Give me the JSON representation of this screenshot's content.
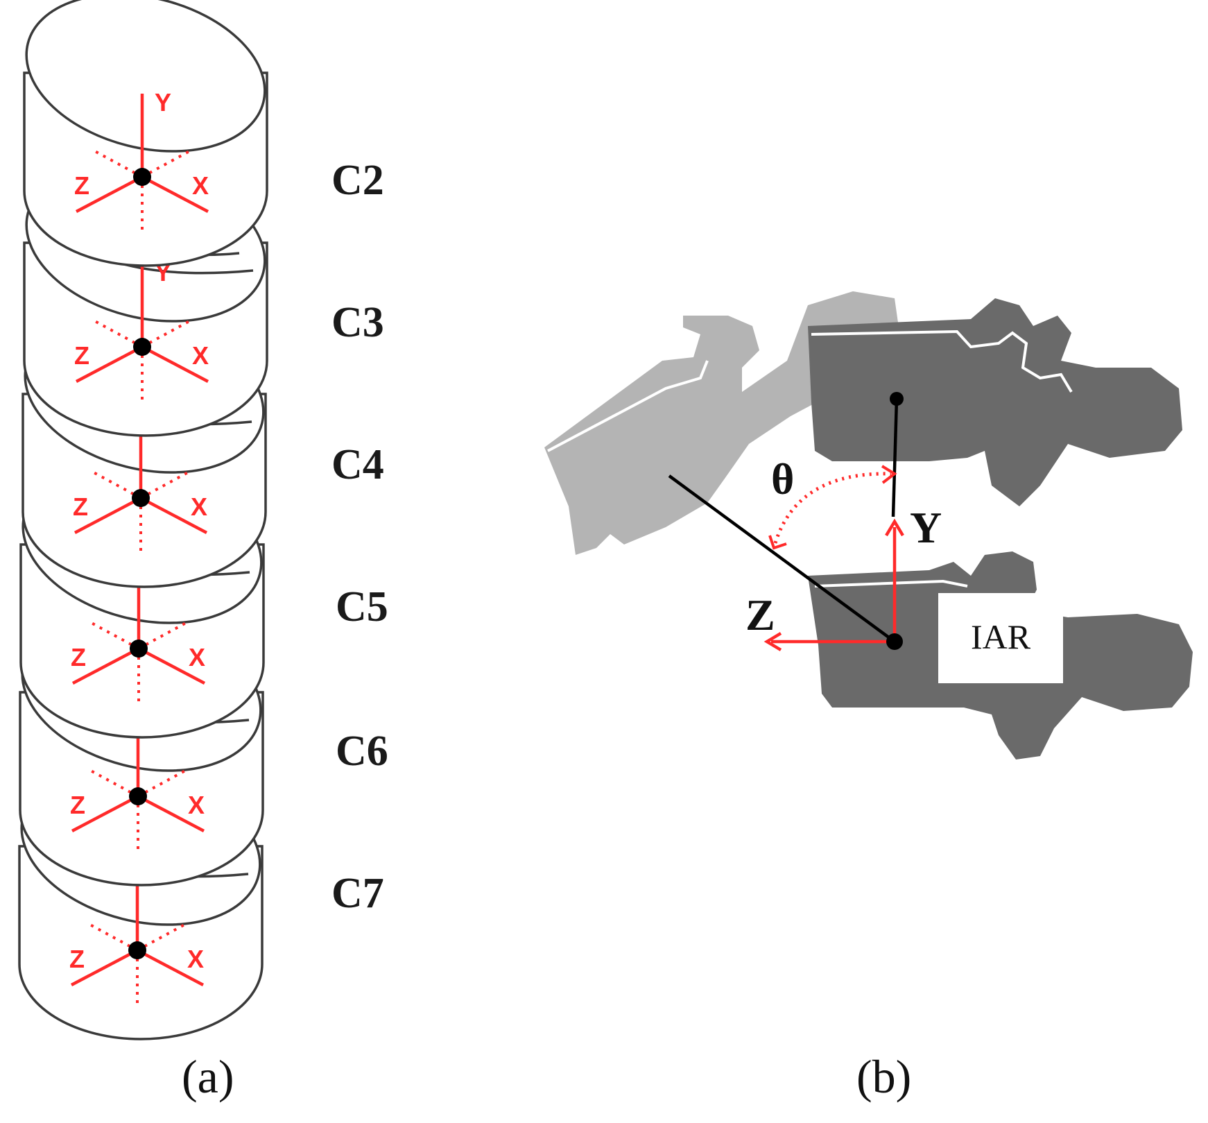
{
  "panel_a": {
    "label": "(a)",
    "axis_labels": {
      "x": "X",
      "y": "Y",
      "z": "Z"
    },
    "levels": [
      "C2",
      "C3",
      "C4",
      "C5",
      "C6",
      "C7"
    ]
  },
  "panel_b": {
    "label": "(b)",
    "angle_label": "θ",
    "y_label": "Y",
    "z_label": "Z",
    "iar_label": "IAR"
  },
  "colors": {
    "axis": "#ff2a2a",
    "upper_vertebra": "#b4b4b4",
    "lower_vertebra": "#6a6a6a",
    "outline": "#3a3a3a"
  }
}
